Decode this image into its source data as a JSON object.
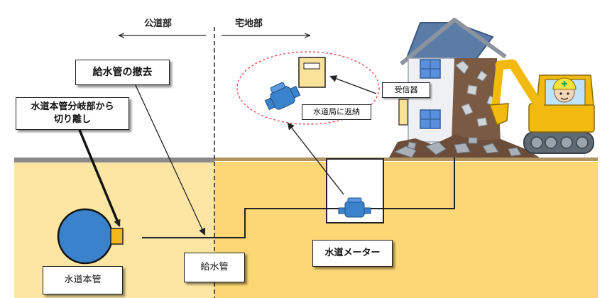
{
  "zones": {
    "public_label": "公道部",
    "private_label": "宅地部"
  },
  "labels": {
    "removal": "給水管の撤去",
    "cutoff": "水道本管分岐部から\n切り離し",
    "main_pipe": "水道本管",
    "service_pipe": "給水管",
    "meter": "水道メーター",
    "return": "水道局に返納",
    "receiver": "受信器"
  },
  "colors": {
    "ground_public": "#fde6a3",
    "ground_private": "#fcd774",
    "pipe_blue": "#3b82cc",
    "dashed_oval": "#e0303a",
    "excavator_yellow": "#f2b90f"
  }
}
